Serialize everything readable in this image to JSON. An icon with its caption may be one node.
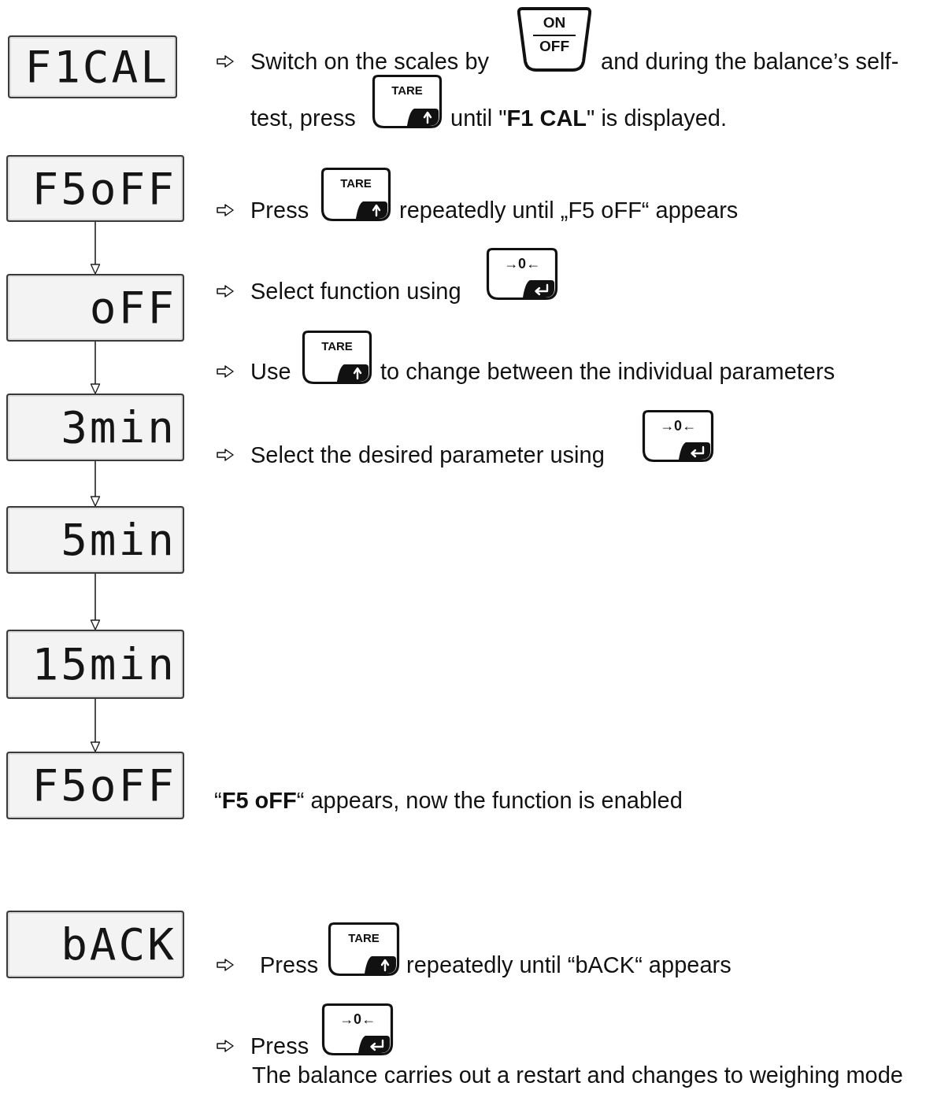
{
  "diagram": {
    "nodes": [
      {
        "text": [
          "F1CAL"
        ]
      },
      {
        "text": [
          "ON",
          "OFF"
        ]
      },
      {
        "text": [
          "TARE"
        ]
      },
      {
        "text": [
          "F5oFF"
        ]
      },
      {
        "text": [
          "TARE"
        ]
      },
      {
        "text": [
          "oFF"
        ]
      },
      {
        "text": [
          "→0←"
        ]
      },
      {
        "text": [
          "TARE"
        ]
      },
      {
        "text": [
          "3min"
        ]
      },
      {
        "text": [
          "→0←"
        ]
      },
      {
        "text": [
          "5min"
        ]
      },
      {
        "text": [
          "15min"
        ]
      },
      {
        "text": [
          "F5oFF"
        ]
      },
      {
        "text": [
          "bACK"
        ]
      },
      {
        "text": [
          "TARE"
        ]
      },
      {
        "text": [
          "→0←"
        ]
      }
    ],
    "edges": [
      {
        "from": 3,
        "to": 5,
        "arrow": "to"
      },
      {
        "from": 5,
        "to": 8,
        "arrow": "to"
      },
      {
        "from": 8,
        "to": 10,
        "arrow": "to"
      },
      {
        "from": 10,
        "to": 11,
        "arrow": "to"
      },
      {
        "from": 11,
        "to": 12,
        "arrow": "to"
      }
    ],
    "labels": [
      "Switch on the scales by",
      "and during the balance’s self-",
      "test, press",
      "until \"**F1 CAL**\" is displayed.",
      "Press",
      "repeatedly until „F5 oFF“ appears",
      "Select function using",
      "Use",
      "to change between the individual parameters",
      "Select the desired parameter using",
      "“**F5 oFF**“ appears, now the function is enabled",
      "Press",
      "repeatedly until “bACK“ appears",
      "Press",
      "The balance carries out a restart and changes to weighing mode"
    ]
  }
}
